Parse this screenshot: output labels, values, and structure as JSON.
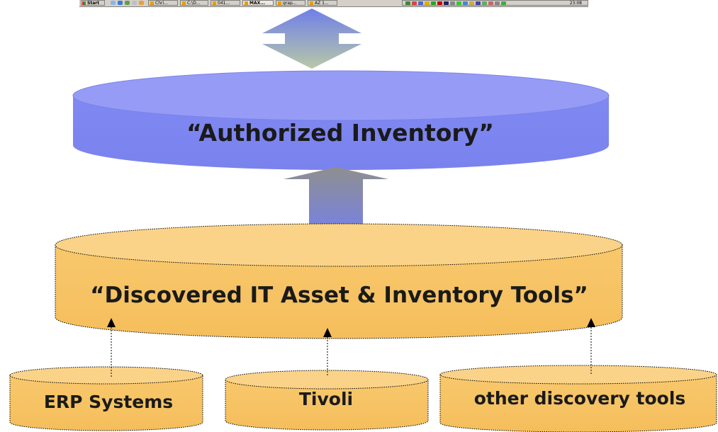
{
  "taskbar": {
    "start_label": "Start",
    "tasks": [
      "Chri...",
      "C:\\D...",
      "041...",
      "MAX...",
      "grap...",
      "AZ 1..."
    ],
    "active_task_index": 3,
    "clock": "23:08"
  },
  "diagram": {
    "authorized_inventory": "“Authorized Inventory”",
    "discovered_tools": "“Discovered IT Asset & Inventory Tools”",
    "sources": [
      "ERP Systems",
      "Tivoli",
      "other discovery tools"
    ]
  },
  "colors": {
    "authorized_fill": "#7f86f2",
    "discovered_fill": "#f7c56a",
    "arrow_top": "#6f7fe8",
    "arrow_bottom": "#8f8f8f"
  }
}
